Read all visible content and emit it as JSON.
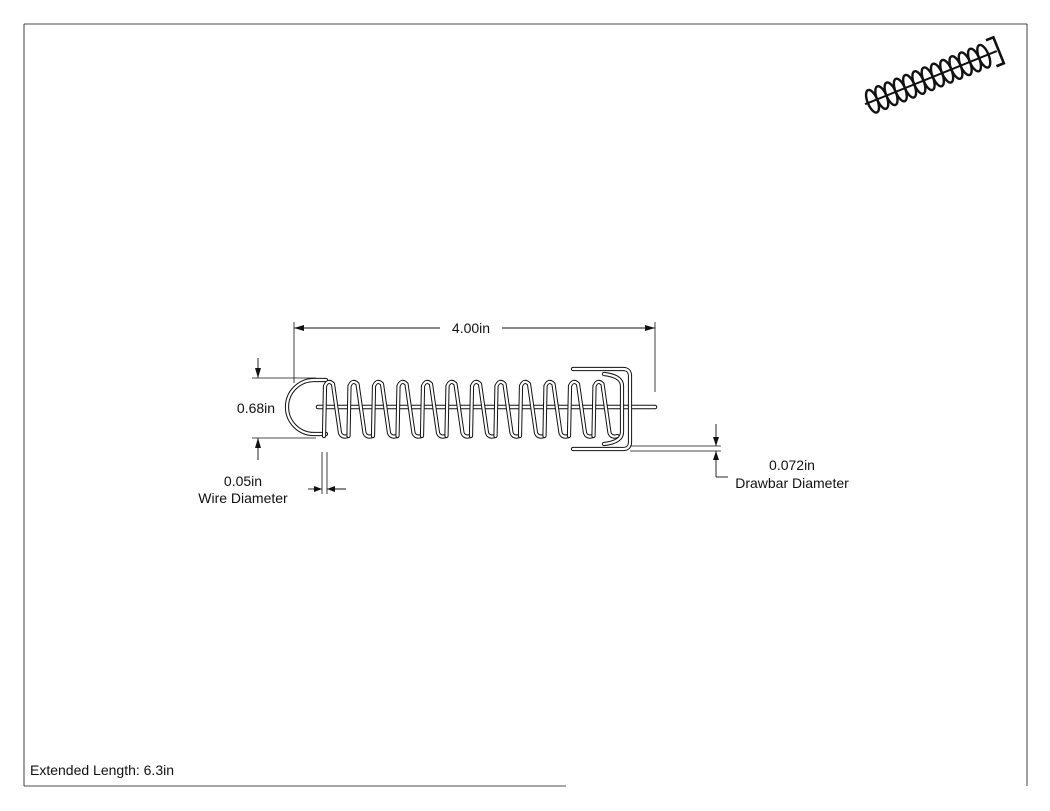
{
  "dimensions": {
    "length_label": "4.00in",
    "diameter_label": "0.68in",
    "wire_value": "0.05in",
    "wire_caption": "Wire Diameter",
    "drawbar_value": "0.072in",
    "drawbar_caption": "Drawbar Diameter"
  },
  "footer": {
    "extended_length": "Extended Length: 6.3in"
  },
  "colors": {
    "line": "#111111",
    "background": "#ffffff"
  }
}
